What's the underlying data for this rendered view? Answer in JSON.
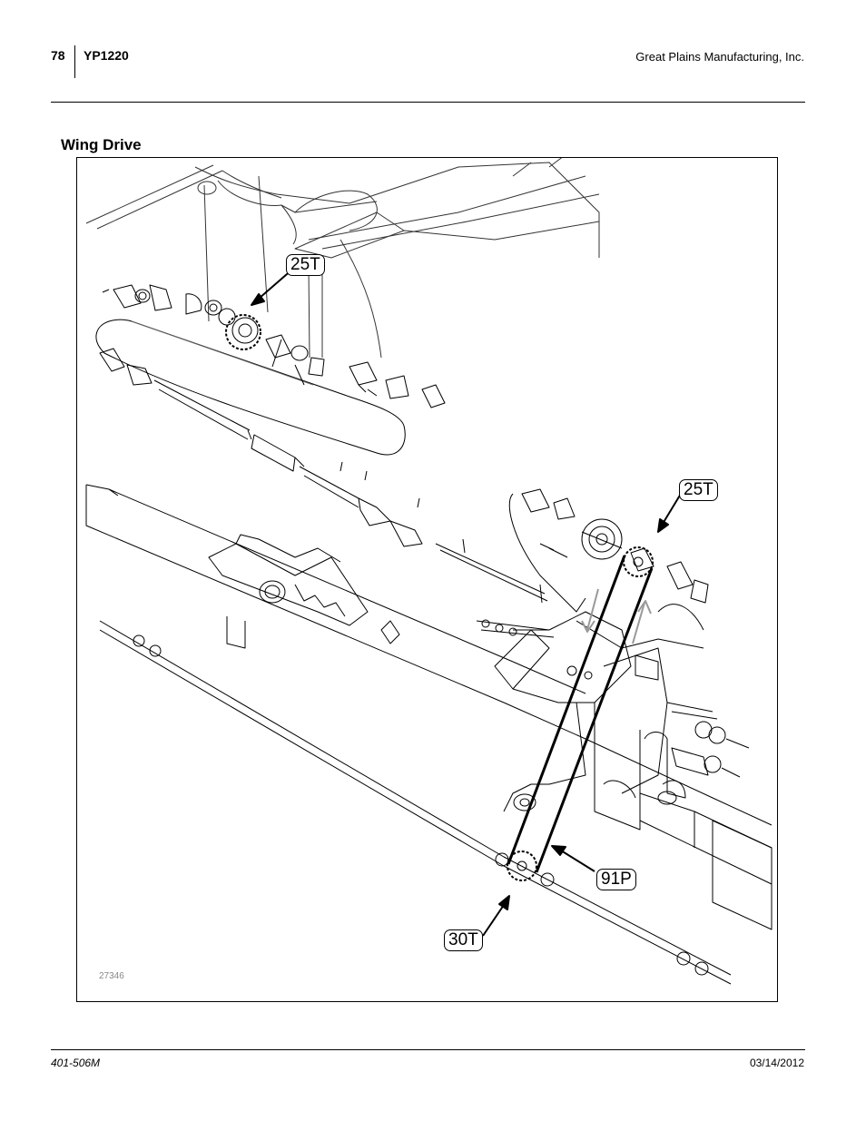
{
  "header": {
    "page_number": "78",
    "model": "YP1220",
    "company": "Great Plains Manufacturing, Inc."
  },
  "section": {
    "title": "Wing Drive"
  },
  "figure": {
    "number": "27346",
    "callouts": {
      "upper_sprocket": "25T",
      "drive_sprocket": "25T",
      "chain": "91P",
      "lower_sprocket": "30T"
    }
  },
  "footer": {
    "doc_number": "401-506M",
    "date": "03/14/2012"
  }
}
